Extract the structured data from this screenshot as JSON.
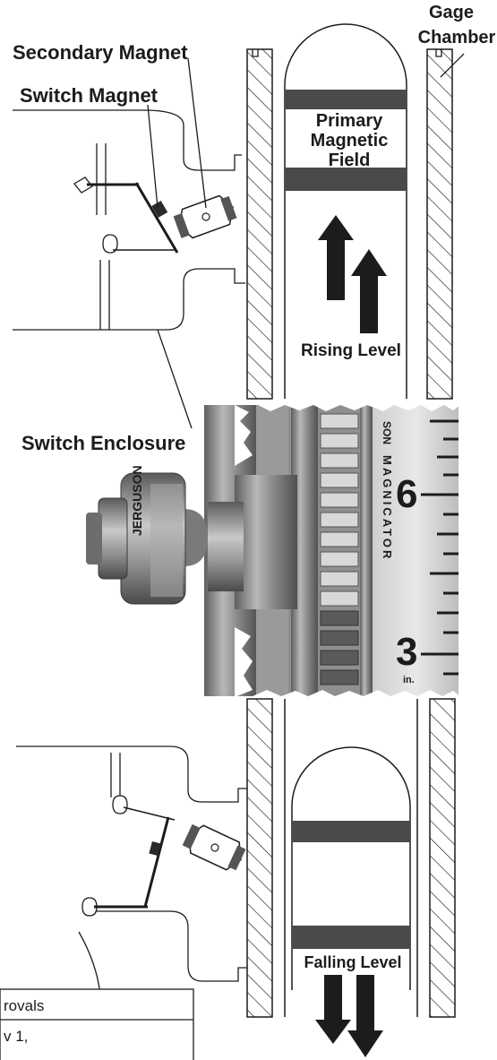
{
  "labels": {
    "secondary_magnet": "Secondary Magnet",
    "switch_magnet": "Switch Magnet",
    "gage_chamber_line1": "Gage",
    "gage_chamber_line2": "Chamber",
    "primary_field_line1": "Primary",
    "primary_field_line2": "Magnetic",
    "primary_field_line3": "Field",
    "rising_level": "Rising Level",
    "switch_enclosure": "Switch Enclosure",
    "falling_level": "Falling Level"
  },
  "photo": {
    "brand_text": "JERGUSON",
    "scale_text_top": "SON",
    "scale_text_vertical": "MAGNICATOR",
    "scale_number_6": "6",
    "scale_number_3": "3",
    "scale_unit": "in."
  },
  "approvals_table": {
    "header": "rovals",
    "row1": "v 1,"
  }
}
